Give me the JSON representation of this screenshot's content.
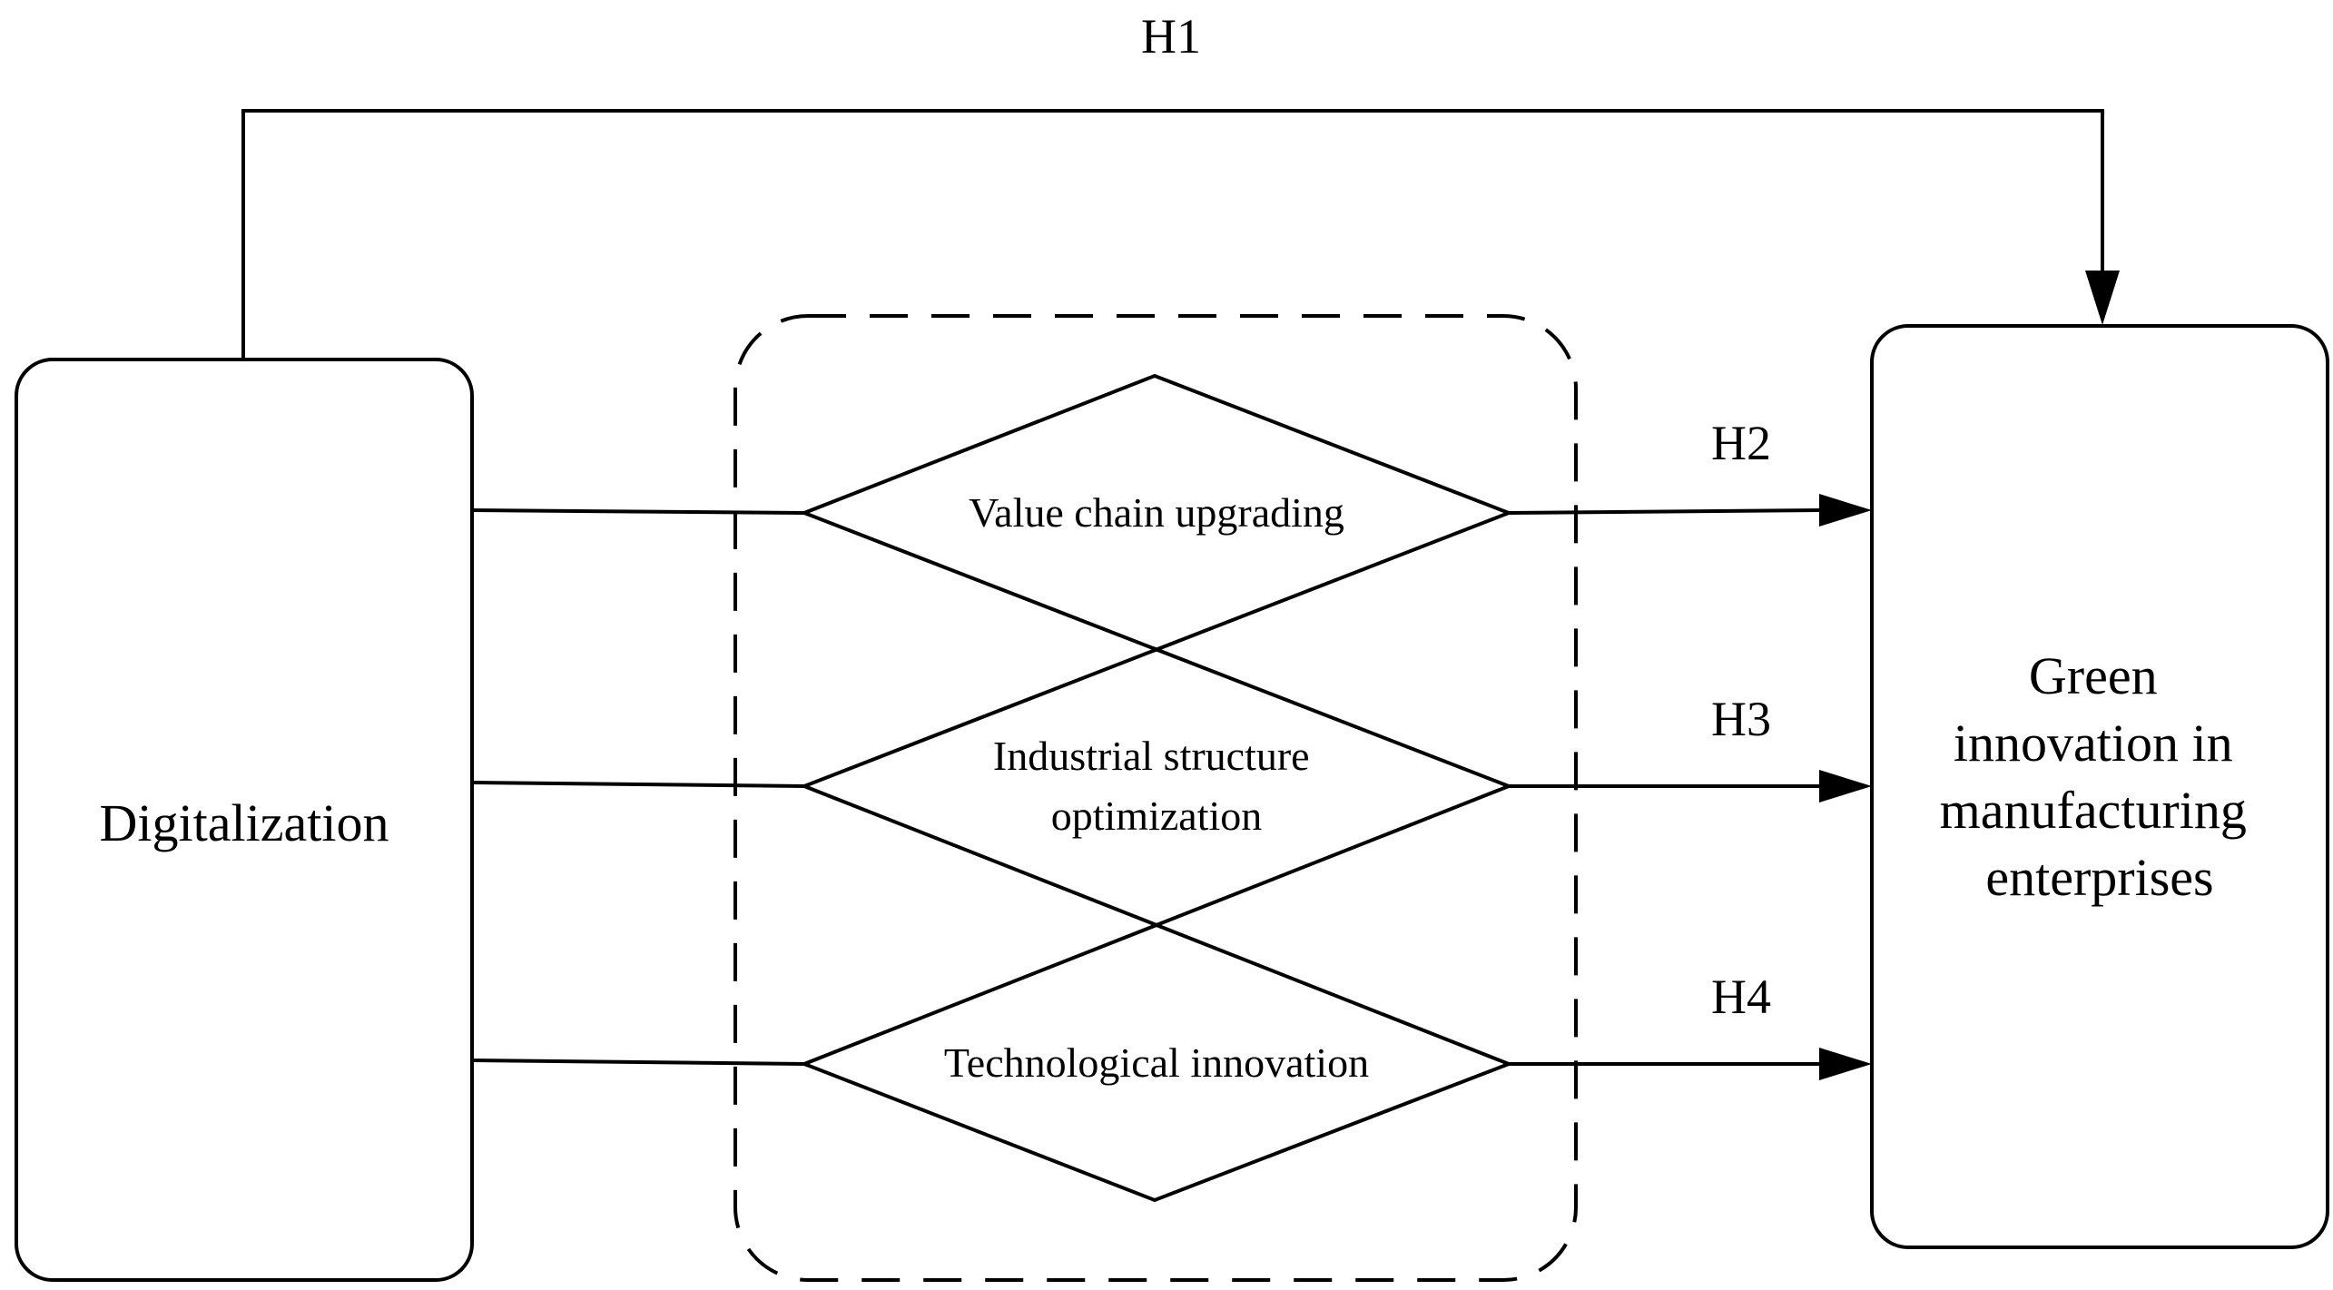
{
  "hypotheses": {
    "h1": "H1",
    "h2": "H2",
    "h3": "H3",
    "h4": "H4"
  },
  "nodes": {
    "source": "Digitalization",
    "target": [
      "Green",
      "innovation in",
      "manufacturing",
      "enterprises"
    ],
    "mediators": {
      "value_chain": "Value chain upgrading",
      "industrial_structure": [
        "Industrial structure",
        "optimization"
      ],
      "technological": "Technological innovation"
    }
  },
  "colors": {
    "stroke": "#000000",
    "background": "#ffffff"
  }
}
